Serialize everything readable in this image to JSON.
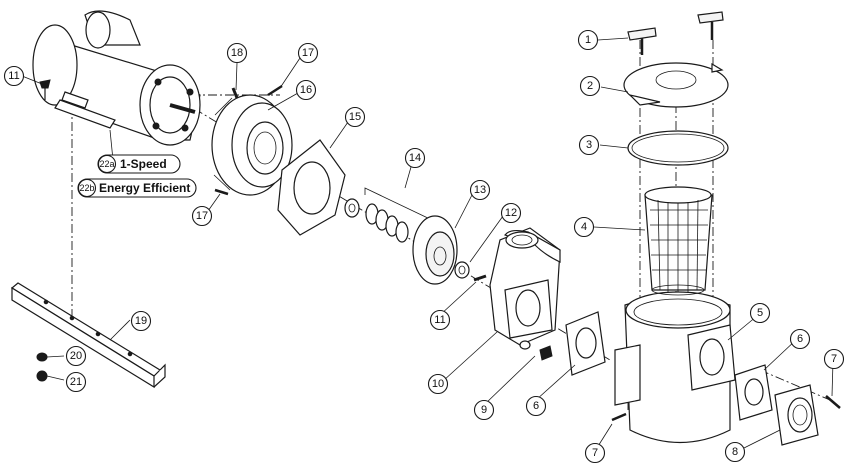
{
  "callouts": {
    "c1": "1",
    "c2": "2",
    "c3": "3",
    "c4": "4",
    "c5": "5",
    "c6a": "6",
    "c6b": "6",
    "c7a": "7",
    "c7b": "7",
    "c8": "8",
    "c9": "9",
    "c10": "10",
    "c11a": "11",
    "c11b": "11",
    "c12": "12",
    "c13": "13",
    "c14": "14",
    "c15": "15",
    "c16": "16",
    "c17a": "17",
    "c17b": "17",
    "c18": "18",
    "c19": "19",
    "c20": "20",
    "c21": "21"
  },
  "motor_variants": [
    {
      "code": "22a",
      "label": "1-Speed"
    },
    {
      "code": "22b",
      "label": "Energy Efficient"
    }
  ]
}
